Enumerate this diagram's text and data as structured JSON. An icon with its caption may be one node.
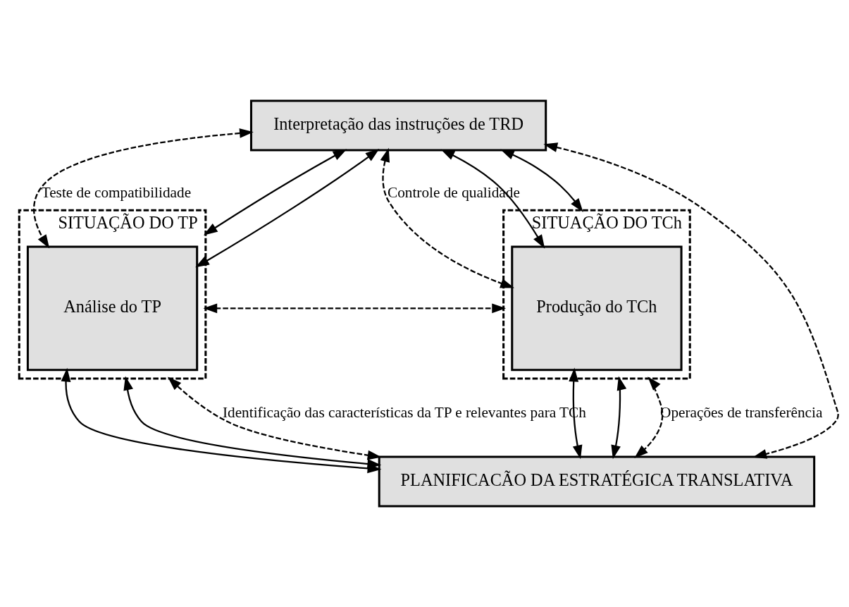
{
  "diagram": {
    "nodes": [
      {
        "text": [
          "Interpretação das instruções de TRD"
        ]
      },
      {
        "text": [
          "SITUAÇÃO DO TP"
        ]
      },
      {
        "text": [
          "Análise do TP"
        ],
        "in": 1
      },
      {
        "text": [
          "SITUAÇÃO DO TCh"
        ]
      },
      {
        "text": [
          "Produção do TCh"
        ],
        "in": 3
      },
      {
        "text": [
          "PLANIFICACÃO DA ESTRATÉGICA TRANSLATIVA"
        ]
      }
    ],
    "edges": [
      {
        "from": 0,
        "to": 2,
        "arrow": "both",
        "style": "dashed",
        "label": "Teste de compatibilidade"
      },
      {
        "from": 0,
        "to": 4,
        "arrow": "both",
        "style": "dashed",
        "label": "Controle de qualidade"
      },
      {
        "from": 0,
        "to": 1,
        "arrow": "both"
      },
      {
        "from": 0,
        "to": 2,
        "arrow": "both"
      },
      {
        "from": 0,
        "to": 4,
        "arrow": "both"
      },
      {
        "from": 0,
        "to": 3,
        "arrow": "both"
      },
      {
        "from": 0,
        "to": 5,
        "arrow": "both",
        "style": "dashed"
      },
      {
        "from": 1,
        "to": 3,
        "arrow": "both",
        "style": "dashed"
      },
      {
        "from": 2,
        "to": 5,
        "arrow": "both"
      },
      {
        "from": 1,
        "to": 5,
        "arrow": "both"
      },
      {
        "from": 4,
        "to": 5,
        "arrow": "both"
      },
      {
        "from": 3,
        "to": 5,
        "arrow": "both"
      },
      {
        "from": 1,
        "to": 5,
        "arrow": "both",
        "style": "dashed",
        "label": "Identificação das características da TP e relevantes para TCh"
      },
      {
        "from": 3,
        "to": 5,
        "arrow": "both",
        "style": "dashed",
        "label": "Operações de transferência"
      }
    ]
  }
}
